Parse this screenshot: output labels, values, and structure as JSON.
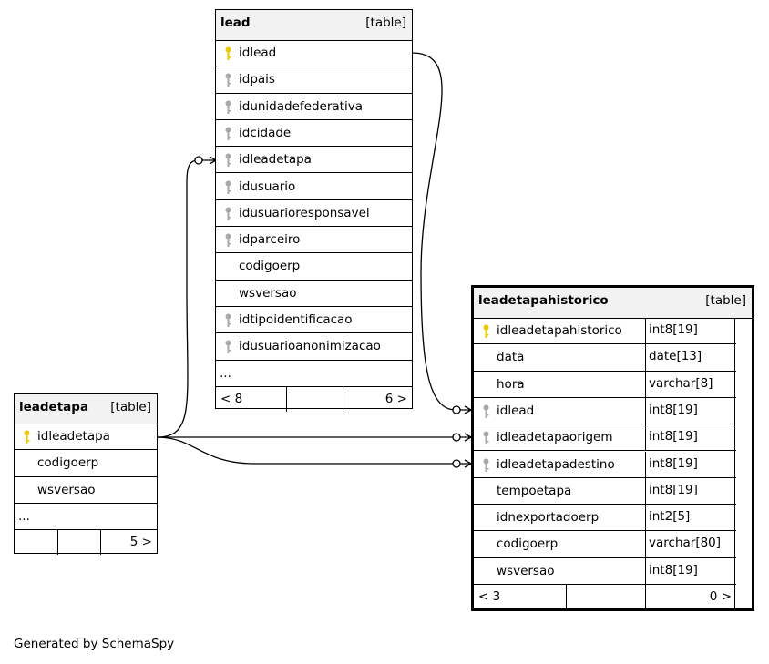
{
  "tables": {
    "lead": {
      "name": "lead",
      "tag": "[table]",
      "columns": [
        "idlead",
        "idpais",
        "idunidadefederativa",
        "idcidade",
        "idleadetapa",
        "idusuario",
        "idusuarioresponsavel",
        "idparceiro",
        "codigoerp",
        "wsversao",
        "idtipoidentificacao",
        "idusuarioanonimizacao"
      ],
      "key_icons": [
        "primary",
        "foreign",
        "foreign",
        "foreign",
        "foreign",
        "foreign",
        "foreign",
        "foreign",
        "none",
        "none",
        "foreign",
        "foreign"
      ],
      "more": "...",
      "footer_left": "< 8",
      "footer_right": "6 >"
    },
    "leadetapa": {
      "name": "leadetapa",
      "tag": "[table]",
      "columns": [
        "idleadetapa",
        "codigoerp",
        "wsversao"
      ],
      "key_icons": [
        "primary",
        "none",
        "none"
      ],
      "more": "...",
      "footer_left": "",
      "footer_right": "5 >"
    },
    "leadetapahistorico": {
      "name": "leadetapahistorico",
      "tag": "[table]",
      "columns": [
        "idleadetapahistorico",
        "data",
        "hora",
        "idlead",
        "idleadetapaorigem",
        "idleadetapadestino",
        "tempoetapa",
        "idnexportadoerp",
        "codigoerp",
        "wsversao"
      ],
      "types": [
        "int8[19]",
        "date[13]",
        "varchar[8]",
        "int8[19]",
        "int8[19]",
        "int8[19]",
        "int8[19]",
        "int2[5]",
        "varchar[80]",
        "int8[19]"
      ],
      "key_icons": [
        "primary",
        "none",
        "none",
        "foreign",
        "foreign",
        "foreign",
        "none",
        "none",
        "none",
        "none"
      ],
      "footer_left": "< 3",
      "footer_right": "0 >"
    }
  },
  "colors": {
    "primary_key": "#e8c800",
    "foreign_key": "#a8a8a8",
    "header_bg": "#f2f2f2",
    "line": "#000000"
  },
  "generated_by": "Generated by SchemaSpy"
}
